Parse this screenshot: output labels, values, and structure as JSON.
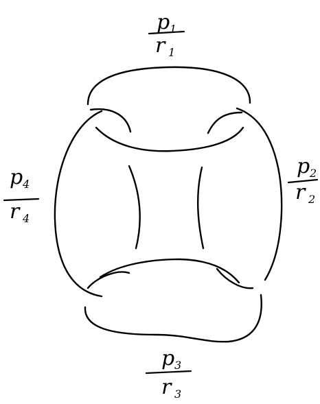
{
  "labels": {
    "top": {
      "num": "p",
      "num_sub": "1",
      "den": "r",
      "den_sub": "1"
    },
    "right": {
      "num": "p",
      "num_sub": "2",
      "den": "r",
      "den_sub": "2"
    },
    "bottom": {
      "num": "p",
      "num_sub": "3",
      "den": "r",
      "den_sub": "3"
    },
    "left": {
      "num": "p",
      "num_sub": "4",
      "den": "r",
      "den_sub": "4"
    }
  },
  "colors": {
    "ink": "#000000",
    "background": "#ffffff"
  }
}
